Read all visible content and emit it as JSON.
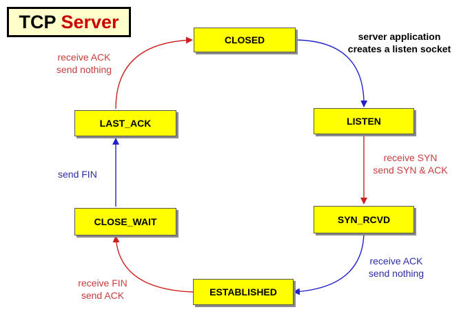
{
  "title": {
    "word1": "TCP",
    "word2": "Server"
  },
  "states": {
    "closed": "CLOSED",
    "listen": "LISTEN",
    "syn_rcvd": "SYN_RCVD",
    "established": "ESTABLISHED",
    "close_wait": "CLOSE_WAIT",
    "last_ack": "LAST_ACK"
  },
  "transitions": {
    "closed_to_listen": {
      "line1": "server application",
      "line2": "creates a listen socket"
    },
    "listen_to_syn_rcvd": {
      "line1": "receive SYN",
      "line2": "send SYN & ACK"
    },
    "syn_rcvd_to_established": {
      "line1": "receive  ACK",
      "line2": "send nothing"
    },
    "established_to_close_wait": {
      "line1": "receive FIN",
      "line2": "send ACK"
    },
    "close_wait_to_last_ack": {
      "line1": "send FIN"
    },
    "last_ack_to_closed": {
      "line1": "receive  ACK",
      "line2": "send nothing"
    }
  },
  "colors": {
    "state_fill": "#ffff00",
    "red_arrow": "#cc2020",
    "blue_arrow": "#2020cc",
    "title_red": "#cc0000"
  }
}
